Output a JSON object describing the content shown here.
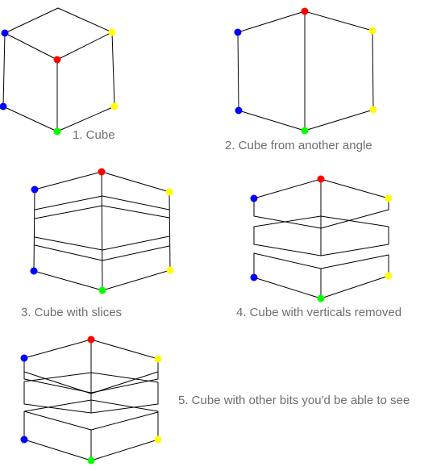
{
  "captions": {
    "cube": "1. Cube",
    "cube_angle": "2. Cube from another angle",
    "cube_slices": "3. Cube with slices",
    "cube_verticals_removed": "4. Cube with verticals removed",
    "cube_other_bits": "5. Cube with other bits you'd be able to see"
  },
  "colors": {
    "blue": "#0000ff",
    "yellow": "#ffff00",
    "red": "#ff0000",
    "green": "#00ff00",
    "line": "#000000",
    "caption": "#6e6e6e"
  }
}
